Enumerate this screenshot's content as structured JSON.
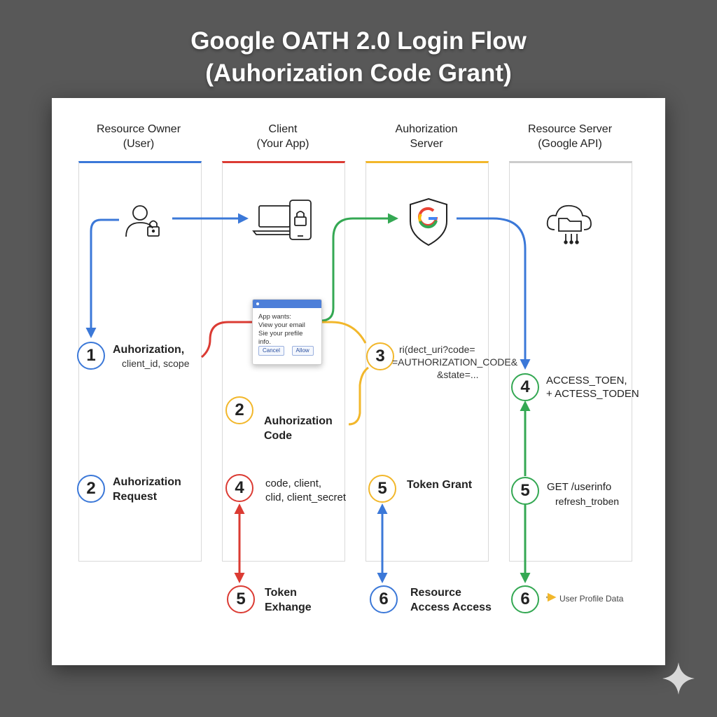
{
  "title": {
    "line1": "Google OATH 2.0 Login Flow",
    "line2": "(Auhorization Code Grant)"
  },
  "lanes": [
    {
      "line1": "Resource Owner",
      "line2": "(User)",
      "color": "#3b78d8"
    },
    {
      "line1": "Client",
      "line2": "(Your App)",
      "color": "#db3b33"
    },
    {
      "line1": "Auhorization",
      "line2": "Server",
      "color": "#f2b72b"
    },
    {
      "line1": "Resource Server",
      "line2": "(Google API)",
      "color": "#cccccc"
    }
  ],
  "icons": {
    "user": "user-lock-icon",
    "client": "laptop-phone-lock-icon",
    "auth_server": "google-shield-icon",
    "resource": "cloud-folder-icon"
  },
  "dialog": {
    "line1": "App wants:",
    "line2": "View your email",
    "line3": "Sie your prefile info.",
    "cancel": "Cancel",
    "allow": "Allow"
  },
  "steps": {
    "s1": {
      "num": "1",
      "title": "Auhorization,",
      "detail": "client_id, scope",
      "color": "#3b78d8"
    },
    "s2_user": {
      "num": "2",
      "title_line1": "Auhorization",
      "title_line2": "Request",
      "color": "#3b78d8"
    },
    "s2_client": {
      "num": "2",
      "title_line1": "Auhorization",
      "title_line2": "Code",
      "color": "#f2b72b"
    },
    "s3": {
      "num": "3",
      "line1": "ri(dect_uri?code=",
      "line2": "=AUTHORIZATION_CODE&",
      "line3": "&state=...",
      "color": "#f2b72b"
    },
    "s4_client": {
      "num": "4",
      "line1": "code, client,",
      "line2": "clid, client_secret",
      "color": "#db3b33"
    },
    "s5_client": {
      "num": "5",
      "line1": "Token",
      "line2": "Exhange",
      "color": "#db3b33"
    },
    "s5_auth": {
      "num": "5",
      "title": "Token Grant",
      "color": "#f2b72b"
    },
    "s6_auth": {
      "num": "6",
      "line1": "Resource",
      "line2": "Access Access",
      "color": "#3b78d8"
    },
    "s4_res": {
      "num": "4",
      "line1": "ACCESS_TOEN,",
      "line2": "+ ACTESS_TODEN",
      "color": "#34a853"
    },
    "s5_res": {
      "num": "5",
      "line1": "GET /userinfo",
      "line2": "refresh_troben",
      "color": "#34a853"
    },
    "s6_res": {
      "num": "6",
      "label": "User Profile Data",
      "color": "#34a853"
    }
  }
}
